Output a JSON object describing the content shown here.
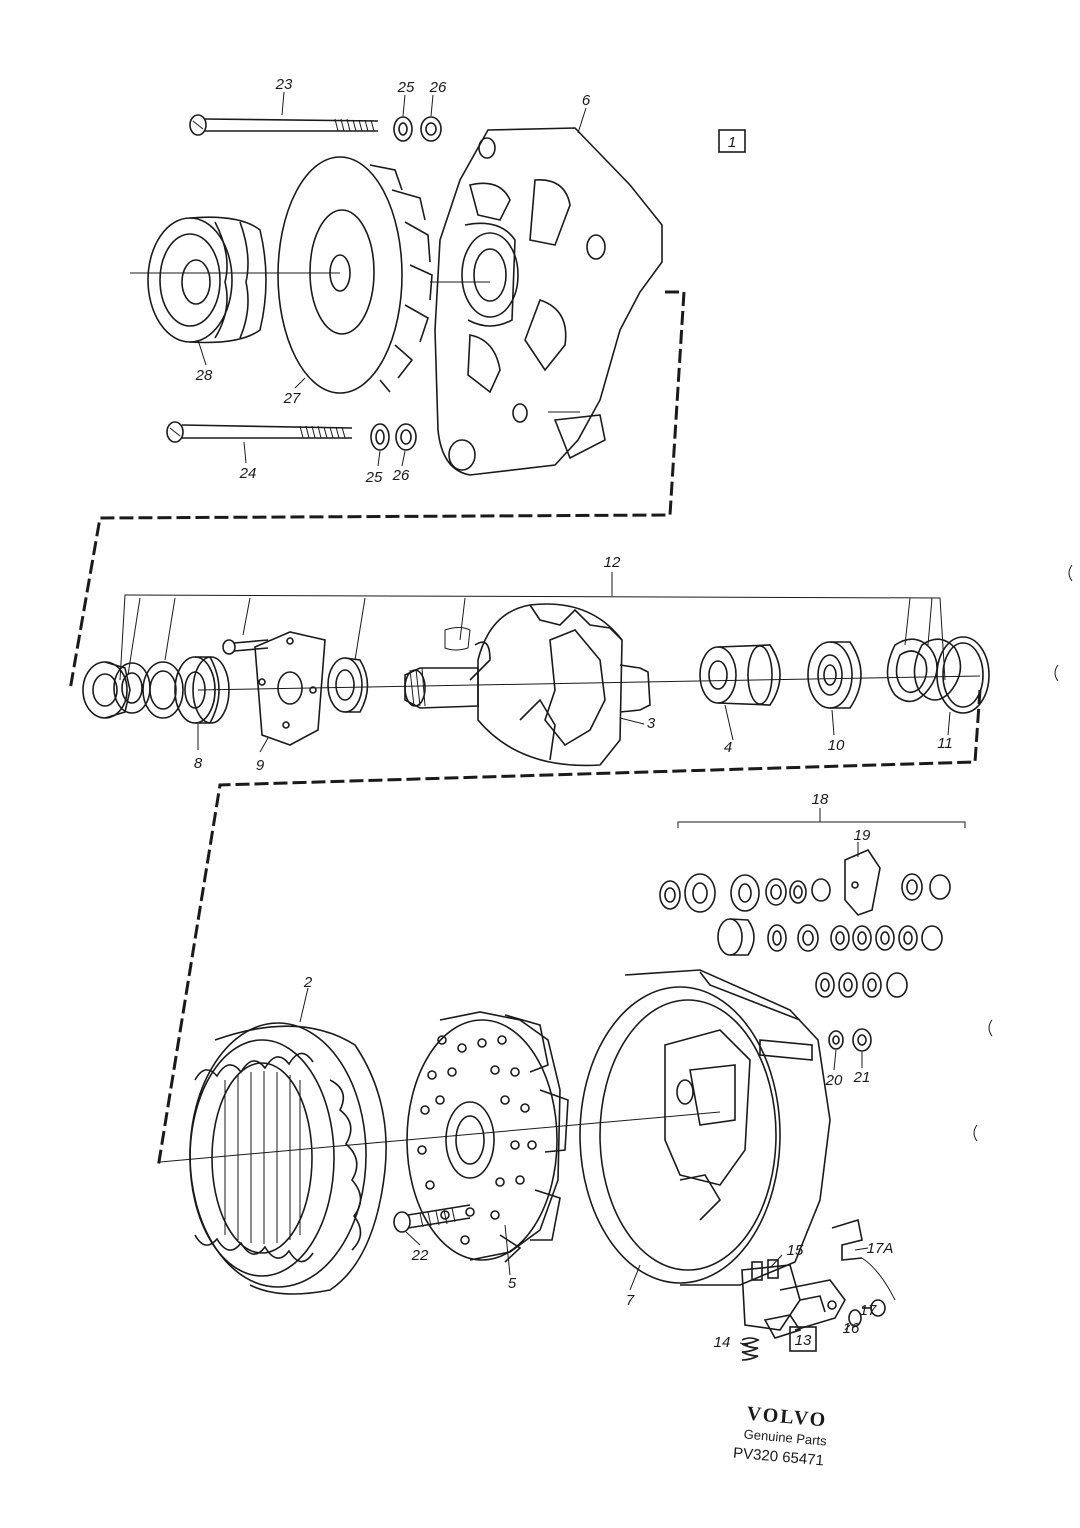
{
  "diagram": {
    "labels": {
      "l1": "1",
      "l2": "2",
      "l3": "3",
      "l4": "4",
      "l5": "5",
      "l6": "6",
      "l7": "7",
      "l8": "8",
      "l9": "9",
      "l10": "10",
      "l11": "11",
      "l12": "12",
      "l13": "13",
      "l14": "14",
      "l15": "15",
      "l16": "16",
      "l17": "17",
      "l17a": "17A",
      "l18": "18",
      "l19": "19",
      "l20": "20",
      "l21": "21",
      "l22": "22",
      "l23": "23",
      "l24": "24",
      "l25a": "25",
      "l25b": "25",
      "l26a": "26",
      "l26b": "26",
      "l27": "27",
      "l28": "28"
    },
    "branding": {
      "brand": "VOLVO",
      "subtitle": "Genuine Parts",
      "code": "PV320  65471"
    }
  }
}
